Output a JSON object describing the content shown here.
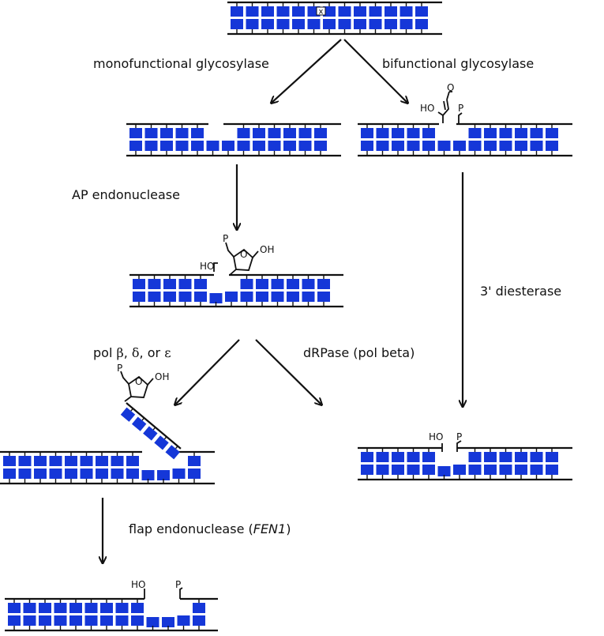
{
  "colors": {
    "base": "#1537d8",
    "backbone": "#111111",
    "lesion": "#ffffff",
    "background": "#ffffff"
  },
  "labels": {
    "monofunctional": "monofunctional glycosylase",
    "bifunctional": "bifunctional glycosylase",
    "ap_endonuclease": "AP endonuclease",
    "diesterase": "3' diesterase",
    "pol_prefix": "pol ",
    "pol_beta": "β",
    "pol_delta": "δ",
    "pol_or": "or",
    "pol_epsilon": "ε",
    "drpase": "dRPase (pol beta)",
    "flap_prefix": "flap endonuclease (",
    "flap_gene": "FEN1",
    "flap_suffix": ")"
  },
  "chem": {
    "ho": "HO",
    "oh": "OH",
    "p": "P",
    "o": "O",
    "lesion_mark": "x"
  }
}
